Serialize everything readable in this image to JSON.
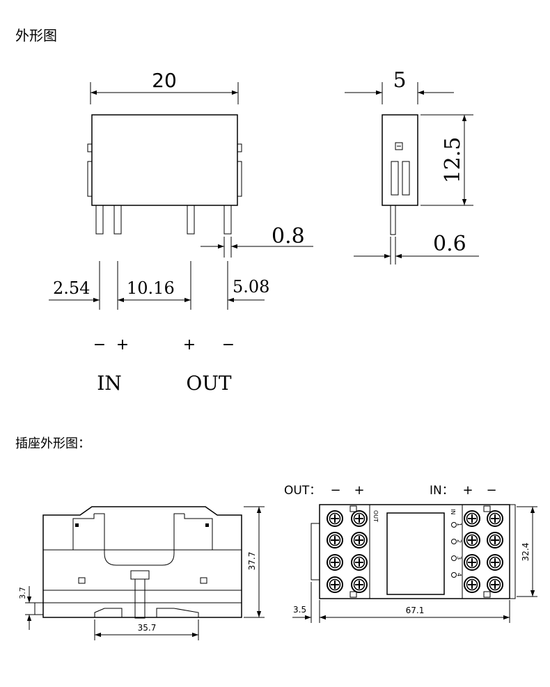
{
  "titles": {
    "outline": "外形图",
    "socket": "插座外形图："
  },
  "relay_front": {
    "width_dim": "20",
    "pin_width_dim": "0.8",
    "pitch_a": "2.54",
    "pitch_b": "10.16",
    "pitch_c": "5.08",
    "pins": [
      "−",
      "+",
      "+",
      "−"
    ],
    "group_in": "IN",
    "group_out": "OUT"
  },
  "relay_side": {
    "thickness_dim": "5",
    "height_dim": "12.5",
    "pin_thickness_dim": "0.6"
  },
  "socket_side": {
    "height_dim": "37.7",
    "rail_dim": "35.7",
    "step_dim": "3.7"
  },
  "socket_top": {
    "out_label": "OUT：",
    "out_pins": [
      "−",
      "+"
    ],
    "in_label": "IN：",
    "in_pins": [
      "+",
      "−"
    ],
    "board_out_text": "OUT",
    "board_in_text": "IN",
    "slot_numbers": [
      "1",
      "2",
      "3",
      "4"
    ],
    "width_dim": "67.1",
    "height_dim": "32.4",
    "offset_dim": "3.5"
  }
}
